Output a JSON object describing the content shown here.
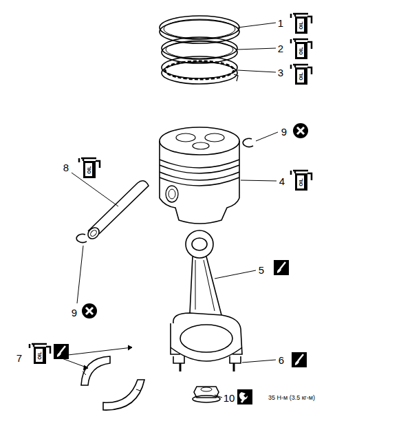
{
  "diagram": {
    "labels": [
      "1",
      "2",
      "3",
      "9",
      "4",
      "8",
      "5",
      "9",
      "7",
      "6",
      "10",
      "35 Н-м (3.5 кг-м)",
      "OIL",
      "OIL",
      "OIL",
      "OIL",
      "OIL",
      "OIL"
    ]
  }
}
